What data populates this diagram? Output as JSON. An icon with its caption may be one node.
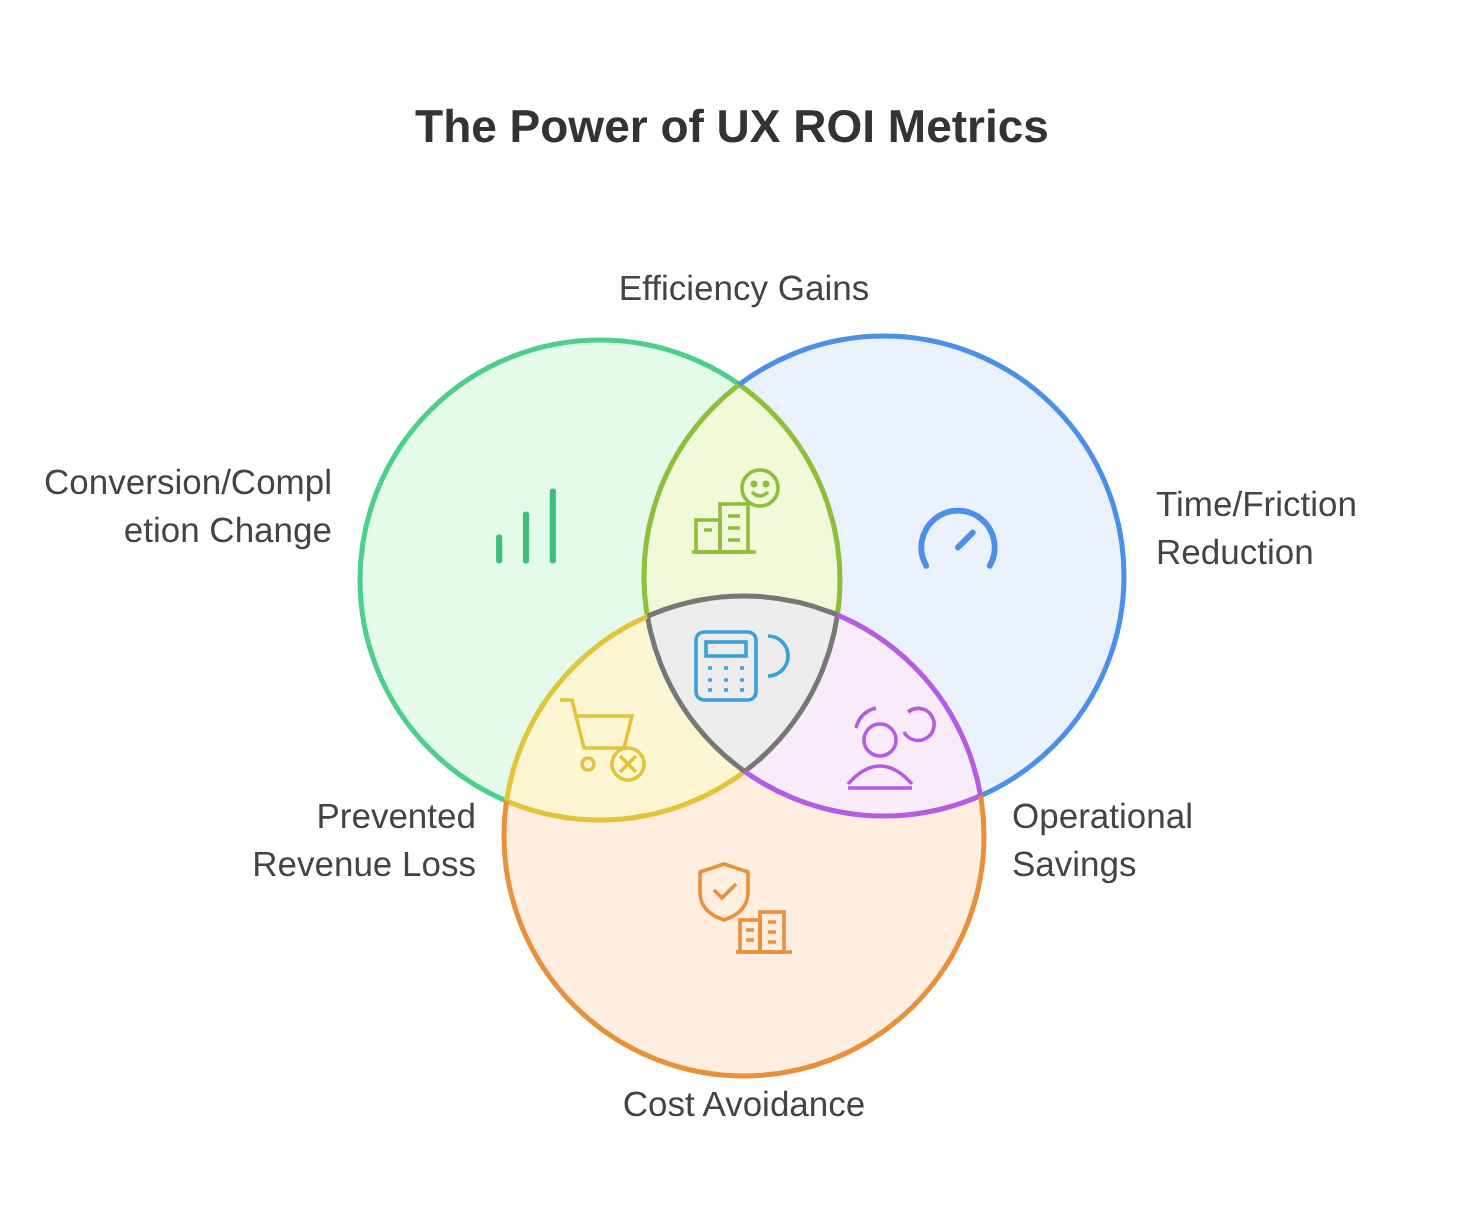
{
  "diagram": {
    "title": "The Power of UX ROI Metrics",
    "nodes": [
      {
        "text": [],
        "shape": "circle",
        "beside": [
          "Conversion/Completion Change"
        ]
      },
      {
        "text": [],
        "shape": "circle",
        "beside": [
          "Time/Friction Reduction"
        ]
      },
      {
        "text": [],
        "shape": "circle",
        "beside": [
          "Cost Avoidance"
        ]
      }
    ],
    "labels": [
      "Efficiency Gains",
      "Prevented Revenue Loss",
      "Operational Savings"
    ]
  }
}
